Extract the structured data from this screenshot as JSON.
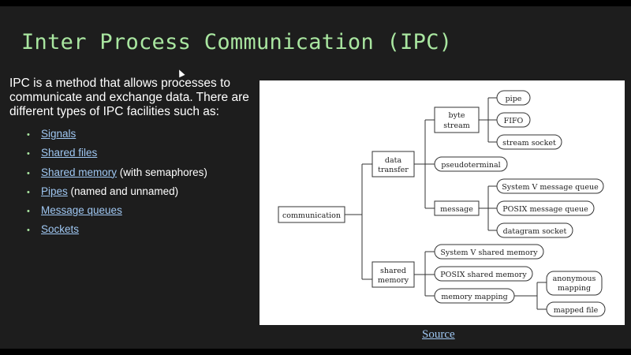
{
  "title": "Inter Process Communication (IPC)",
  "intro": "IPC is a method that allows processes to communicate and exchange data. There are different types of IPC facilities such as:",
  "bullets": [
    {
      "link": "Signals",
      "suffix": ""
    },
    {
      "link": "Shared files",
      "suffix": ""
    },
    {
      "link": "Shared memory",
      "suffix": " (with semaphores)"
    },
    {
      "link": "Pipes",
      "suffix": " (named and unnamed)"
    },
    {
      "link": "Message queues",
      "suffix": ""
    },
    {
      "link": "Sockets",
      "suffix": ""
    }
  ],
  "bullet_glyph": "•",
  "source_label": "Source",
  "diagram": {
    "communication": "communication",
    "data_transfer": [
      "data",
      "transfer"
    ],
    "shared_memory": [
      "shared",
      "memory"
    ],
    "byte_stream": [
      "byte",
      "stream"
    ],
    "pseudoterminal": "pseudoterminal",
    "message": "message",
    "pipe": "pipe",
    "fifo": "FIFO",
    "stream_socket": "stream socket",
    "sysv_mq": "System V message queue",
    "posix_mq": "POSIX message queue",
    "datagram_socket": "datagram socket",
    "sysv_shm": "System V shared memory",
    "posix_shm": "POSIX shared memory",
    "memory_mapping": "memory mapping",
    "anonymous_mapping": [
      "anonymous",
      "mapping"
    ],
    "mapped_file": "mapped file"
  },
  "colors": {
    "title": "#a9e6a0",
    "link": "#9fc7f2",
    "slide_bg": "#1d1d1d"
  }
}
